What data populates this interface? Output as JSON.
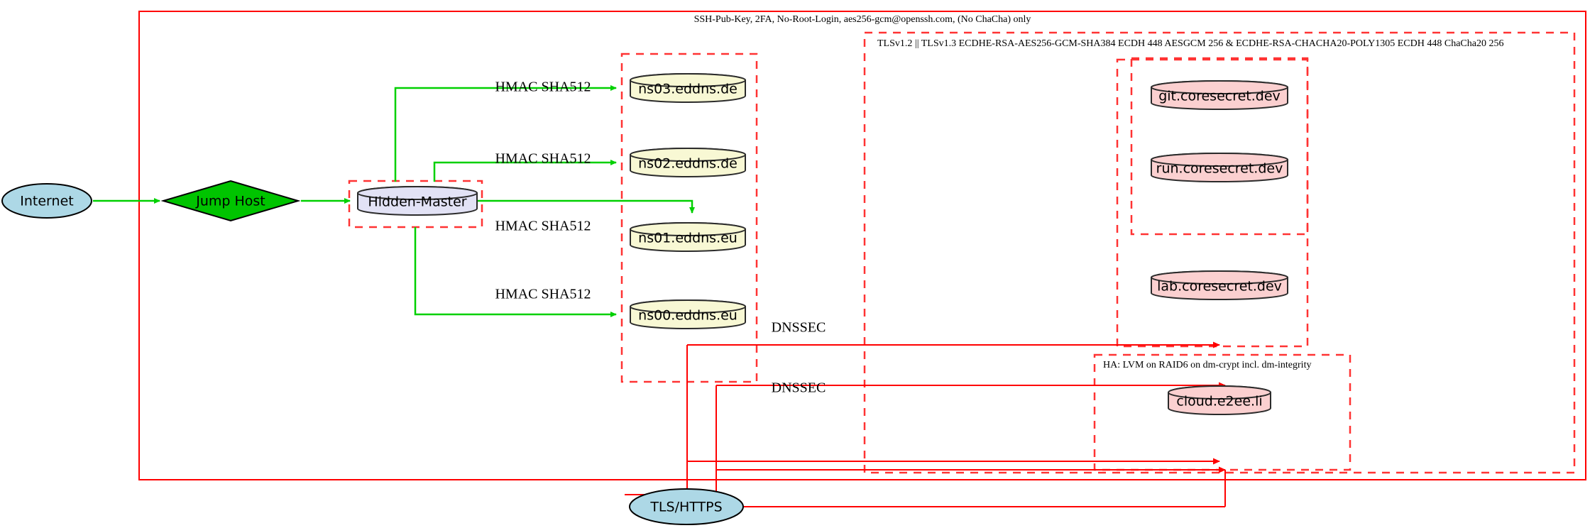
{
  "diagram": {
    "title_labels": {
      "outer_perimeter": "SSH-Pub-Key, 2FA, No-Root-Login, aes256-gcm@openssh.com, (No ChaCha) only",
      "tls_cluster": "TLSv1.2 || TLSv1.3 ECDHE-RSA-AES256-GCM-SHA384 ECDH 448 AESGCM 256 & ECDHE-RSA-CHACHA20-POLY1305 ECDH 448 ChaCha20 256",
      "ha_cluster": "HA: LVM on RAID6 on dm-crypt incl. dm-integrity"
    },
    "nodes": {
      "internet": {
        "label": "Internet",
        "shape": "ellipse",
        "fill": "#add8e6"
      },
      "jump_host": {
        "label": "Jump Host",
        "shape": "diamond",
        "fill": "#00c400"
      },
      "hidden_master": {
        "label": "Hidden-Master",
        "shape": "cylinder",
        "fill": "#e2e2f5"
      },
      "ns03": {
        "label": "ns03.eddns.de",
        "shape": "cylinder",
        "fill": "#f8f8d4"
      },
      "ns02": {
        "label": "ns02.eddns.de",
        "shape": "cylinder",
        "fill": "#f8f8d4"
      },
      "ns01": {
        "label": "ns01.eddns.eu",
        "shape": "cylinder",
        "fill": "#f8f8d4"
      },
      "ns00": {
        "label": "ns00.eddns.eu",
        "shape": "cylinder",
        "fill": "#f8f8d4"
      },
      "git": {
        "label": "git.coresecret.dev",
        "shape": "cylinder",
        "fill": "#fbd0d0"
      },
      "run": {
        "label": "run.coresecret.dev",
        "shape": "cylinder",
        "fill": "#fbd0d0"
      },
      "lab": {
        "label": "lab.coresecret.dev",
        "shape": "cylinder",
        "fill": "#fbd0d0"
      },
      "cloud": {
        "label": "cloud.e2ee.li",
        "shape": "cylinder",
        "fill": "#fbd0d0"
      },
      "tls_https": {
        "label": "TLS/HTTPS",
        "shape": "ellipse",
        "fill": "#add8e6"
      }
    },
    "edge_labels": {
      "hmac_ns03": "HMAC SHA512",
      "hmac_ns02": "HMAC SHA512",
      "hmac_ns01": "HMAC SHA512",
      "hmac_ns00": "HMAC SHA512",
      "dnssec_upper": "DNSSEC",
      "dnssec_lower": "DNSSEC"
    },
    "colors": {
      "green_edge": "#00d000",
      "red_edge": "#ff0000",
      "dashed_border": "#ff3333",
      "ellipse_fill": "#add8e6",
      "diamond_fill": "#00c400",
      "master_fill": "#e2e2f5",
      "ns_fill": "#f8f8d4",
      "service_fill": "#fbd0d0"
    }
  }
}
